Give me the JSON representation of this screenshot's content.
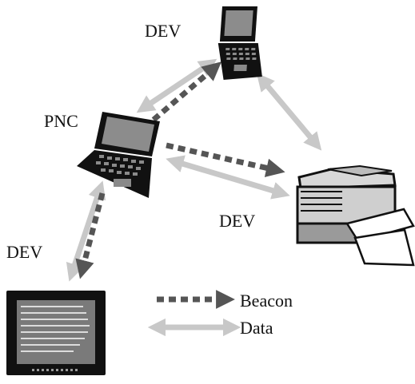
{
  "labels": {
    "dev_top": "DEV",
    "pnc": "PNC",
    "dev_printer": "DEV",
    "dev_left": "DEV"
  },
  "legend": {
    "beacon": "Beacon",
    "data": "Data"
  },
  "devices": {
    "pnc": "laptop-icon",
    "dev_top": "laptop-icon",
    "dev_printer": "printer-icon",
    "dev_monitor": "monitor-icon"
  },
  "colors": {
    "data_arrow": "#c8c8c8",
    "beacon_arrow": "#555555",
    "device": "#111111"
  }
}
